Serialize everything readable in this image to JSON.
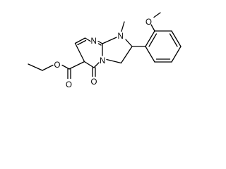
{
  "labels": {
    "n_top": "N",
    "n_methyl": "N",
    "n_bridge": "N",
    "o_methoxy": "O",
    "o_ester": "O",
    "o_carbonyl_ester": "O",
    "o_ketone": "O"
  }
}
